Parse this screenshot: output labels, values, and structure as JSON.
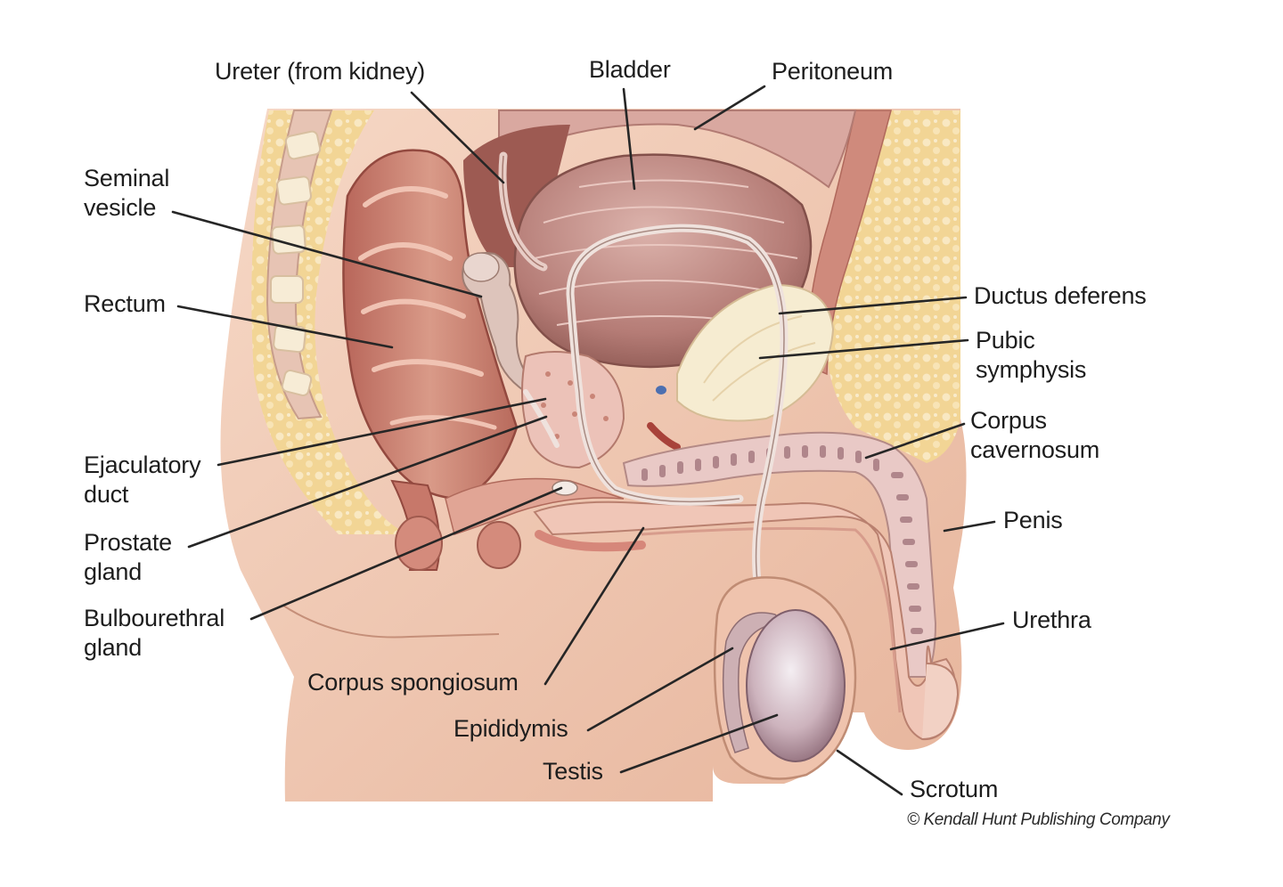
{
  "labels": {
    "ureter": "Ureter (from kidney)",
    "bladder": "Bladder",
    "peritoneum": "Peritoneum",
    "seminal_vesicle": "Seminal\nvesicle",
    "rectum": "Rectum",
    "ductus_deferens": "Ductus deferens",
    "pubic_symphysis": "Pubic\nsymphysis",
    "corpus_cavernosum": "Corpus\ncavernosum",
    "penis": "Penis",
    "urethra": "Urethra",
    "ejaculatory_duct": "Ejaculatory\nduct",
    "prostate_gland": "Prostate\ngland",
    "bulbourethral_gland": "Bulbourethral\ngland",
    "corpus_spongiosum": "Corpus spongiosum",
    "epididymis": "Epididymis",
    "testis": "Testis",
    "scrotum": "Scrotum"
  },
  "copyright": "© Kendall Hunt Publishing Company",
  "colors": {
    "skin": "#f1cdb8",
    "skin_shadow": "#e2ad94",
    "fat": "#f3d79c",
    "fat_dots": "#f9e9c4",
    "muscle": "#c9796a",
    "muscle_dark": "#a65a4d",
    "bladder": "#b9807a",
    "bladder_light": "#d7aaa3",
    "bone": "#f6ecd2",
    "erectile": "#e9c8c4",
    "testis": "#cdb3bd",
    "leader": "#262626"
  }
}
